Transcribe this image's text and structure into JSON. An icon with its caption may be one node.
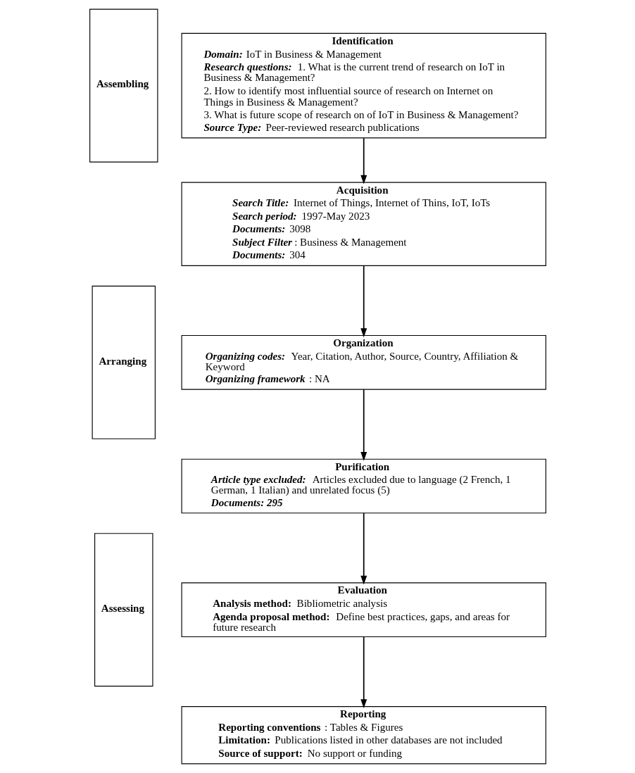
{
  "diagram": {
    "nodes": [
      {
        "text": [
          "Assembling"
        ]
      },
      {
        "text": [
          "Identification",
          "**Domain:** IoT in Business & Management",
          "**Research questions:** 1. What is the current trend of research on IoT in Business & Management?",
          "2. How to identify most influential source of research on Internet on Things in Business & Management?",
          "3. What is future scope of research on of IoT in Business & Management?",
          "**Source Type:** Peer-reviewed research publications"
        ]
      },
      {
        "text": [
          "Acquisition",
          "**Search Title:** Internet of Things, Internet of Thins, IoT, IoTs",
          "**Search period:** 1997-May 2023",
          "**Documents:** 3098",
          "**Subject Filter**: Business & Management",
          "**Documents:** 304"
        ]
      },
      {
        "text": [
          "Arranging"
        ]
      },
      {
        "text": [
          "Organization",
          "**Organizing codes:** Year, Citation, Author, Source, Country, Affiliation & Keyword",
          "**Organizing framework**: NA"
        ]
      },
      {
        "text": [
          "Purification",
          "**Article type excluded:** Articles excluded due to language (2 French, 1 German, 1 Italian) and unrelated focus (5)",
          "Documents: 295"
        ]
      },
      {
        "text": [
          "Assessing"
        ]
      },
      {
        "text": [
          "Evaluation",
          "**Analysis method:** Bibliometric analysis",
          "**Agenda proposal method:** Define best practices, gaps, and areas for future research"
        ]
      },
      {
        "text": [
          "Reporting",
          "**Reporting conventions**: Tables & Figures",
          "**Limitation:** Publications listed in other databases are not included",
          "**Source of support:** No support or funding"
        ]
      }
    ],
    "edges": [
      {
        "from": 1,
        "to": 2,
        "arrow": "to"
      },
      {
        "from": 2,
        "to": 4,
        "arrow": "to"
      },
      {
        "from": 4,
        "to": 5,
        "arrow": "to"
      },
      {
        "from": 5,
        "to": 7,
        "arrow": "to"
      },
      {
        "from": 7,
        "to": 8,
        "arrow": "to"
      }
    ]
  }
}
